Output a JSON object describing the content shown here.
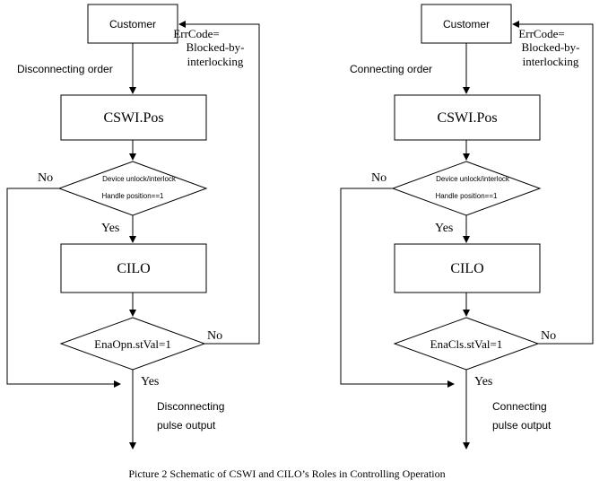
{
  "diagrams": [
    {
      "customer": "Customer",
      "order_label": "Disconnecting order",
      "csw_label": "CSWI.Pos",
      "decision1_line1": "Device unlock/interlock",
      "decision1_line2": "Handle position==1",
      "no1": "No",
      "yes1": "Yes",
      "cilo_label": "CILO",
      "decision2": "EnaOpn.stVal=1",
      "no2": "No",
      "yes2": "Yes",
      "err_line1": "ErrCode=",
      "err_line2": "Blocked-by-",
      "err_line3": "interlocking",
      "output_line1": "Disconnecting",
      "output_line2": "pulse output"
    },
    {
      "customer": "Customer",
      "order_label": "Connecting order",
      "csw_label": "CSWI.Pos",
      "decision1_line1": "Device unlock/interlock",
      "decision1_line2": "Handle position==1",
      "no1": "No",
      "yes1": "Yes",
      "cilo_label": "CILO",
      "decision2": "EnaCls.stVal=1",
      "no2": "No",
      "yes2": "Yes",
      "err_line1": "ErrCode=",
      "err_line2": "Blocked-by-",
      "err_line3": "interlocking",
      "output_line1": "Connecting",
      "output_line2": "pulse output"
    }
  ],
  "caption": "Picture 2 Schematic of CSWI and CILO’s Roles in Controlling Operation"
}
